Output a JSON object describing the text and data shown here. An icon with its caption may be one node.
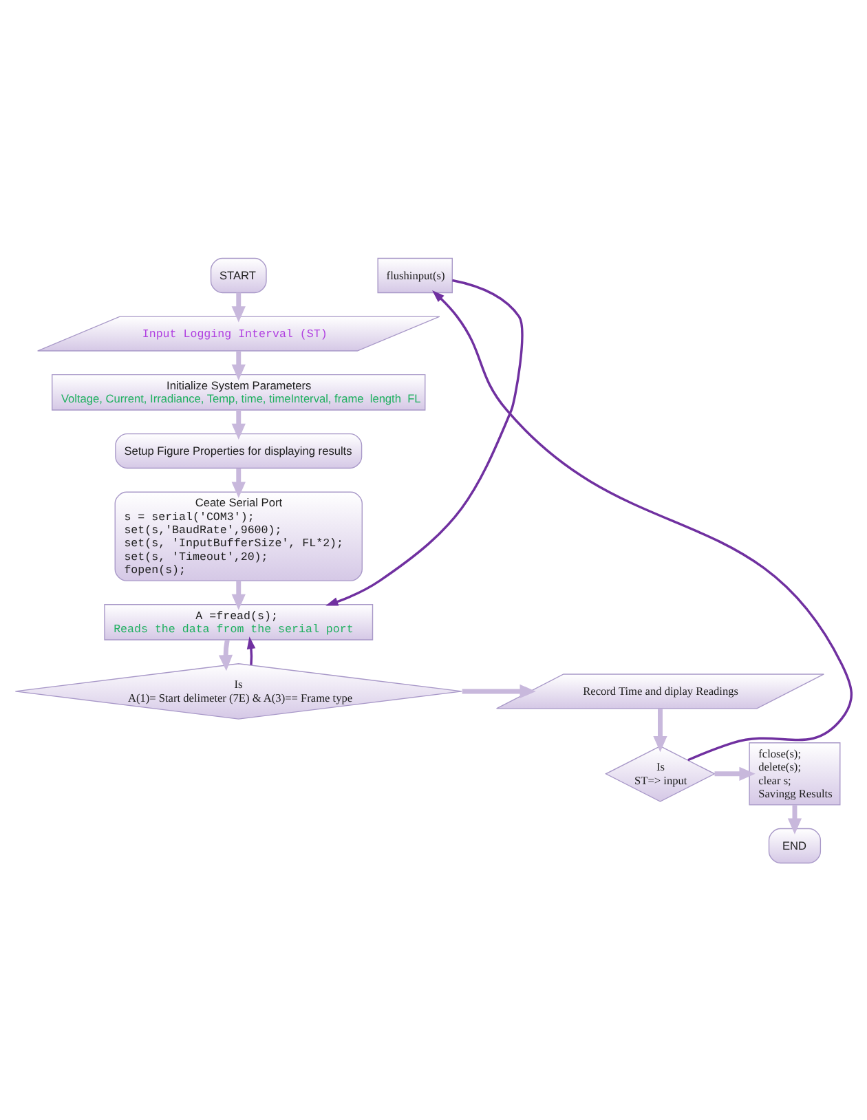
{
  "diagram": {
    "nodes": [
      {
        "text": [
          "START"
        ]
      },
      {
        "text": [
          "Input Logging Interval (ST)"
        ]
      },
      {
        "text": [
          "Initialize System Parameters",
          "Voltage, Current, Irradiance, Temp, time, timeInterval, frame  length  FL"
        ]
      },
      {
        "text": [
          "Setup Figure Properties for displaying results"
        ]
      },
      {
        "text": [
          "Ceate Serial Port",
          "s = serial('COM3');",
          "set(s,'BaudRate',9600);",
          "set(s, 'InputBufferSize', FL*2);",
          "set(s, 'Timeout',20);",
          "fopen(s);"
        ]
      },
      {
        "text": [
          "A =fread(s);",
          "Reads the data from the serial port"
        ]
      },
      {
        "text": [
          "Is",
          "A(1)= Start delimeter (7E) & A(3)== Frame type"
        ]
      },
      {
        "text": [
          "Record Time and diplay Readings"
        ]
      },
      {
        "text": [
          "Is",
          "ST=> input"
        ]
      },
      {
        "text": [
          "fclose(s);",
          "delete(s);",
          "clear s;",
          "Savingg Results"
        ]
      },
      {
        "text": [
          "flushinput(s)"
        ]
      },
      {
        "text": [
          "END"
        ]
      }
    ],
    "edges": [
      {
        "from": 0,
        "to": 1,
        "arrow": "to"
      },
      {
        "from": 1,
        "to": 2,
        "arrow": "to"
      },
      {
        "from": 2,
        "to": 3,
        "arrow": "to"
      },
      {
        "from": 3,
        "to": 4,
        "arrow": "to"
      },
      {
        "from": 4,
        "to": 5,
        "arrow": "to"
      },
      {
        "from": 5,
        "to": 6,
        "arrow": "to"
      },
      {
        "from": 6,
        "to": 7,
        "arrow": "to"
      },
      {
        "from": 7,
        "to": 8,
        "arrow": "to"
      },
      {
        "from": 8,
        "to": 9,
        "arrow": "to"
      },
      {
        "from": 9,
        "to": 11,
        "arrow": "to"
      },
      {
        "from": 6,
        "to": 5,
        "arrow": "to",
        "color": "#7030a0"
      },
      {
        "from": 8,
        "to": 10,
        "arrow": "to",
        "color": "#7030a0"
      },
      {
        "from": 10,
        "to": 5,
        "arrow": "to",
        "color": "#7030a0"
      }
    ]
  }
}
